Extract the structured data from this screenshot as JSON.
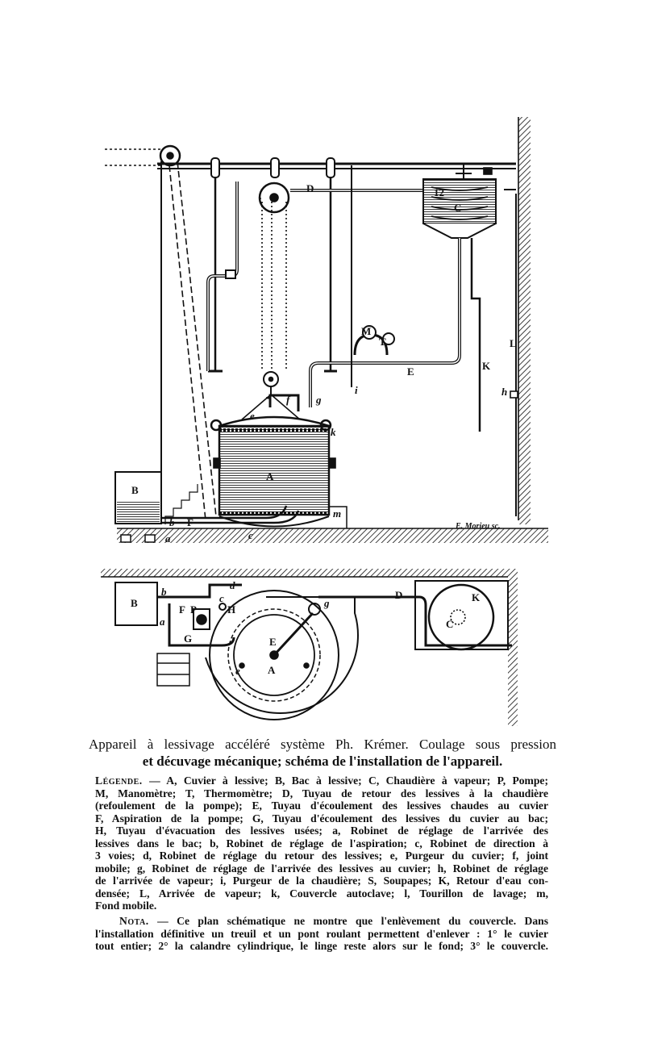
{
  "figure": {
    "elevation_labels": [
      "D",
      "A",
      "B",
      "C",
      "E",
      "K",
      "L",
      "h",
      "i",
      "M",
      "T",
      "f",
      "g",
      "k",
      "l",
      "m",
      "e",
      "a",
      "b",
      "F",
      "c",
      "12"
    ],
    "plan_labels": [
      "B",
      "b",
      "a",
      "F",
      "P",
      "c",
      "H",
      "d",
      "g",
      "D",
      "C",
      "K",
      "G",
      "E",
      "A",
      "e"
    ],
    "engraver_signature": "E. Morieu sc."
  },
  "caption": {
    "line1": "Appareil à lessivage accéléré système Ph. Krémer. Coulage sous pression",
    "line2": "et décuvage mécanique; schéma de l'installation de l'appareil."
  },
  "legend": {
    "lead": "Légende.",
    "lines": [
      "— A, Cuvier à lessive; B, Bac à lessive; C, Chaudière à vapeur; P, Pompe;",
      "M, Manomètre; T, Thermomètre; D, Tuyau de retour des lessives à la chaudière",
      "(refoulement de la pompe); E, Tuyau d'écoulement des lessives chaudes au cuvier",
      "F, Aspiration de la pompe; G, Tuyau d'écoulement des lessives du cuvier au bac;",
      "H, Tuyau d'évacuation des lessives usées; a, Robinet de réglage de l'arrivée des",
      "lessives dans le bac; b, Robinet de réglage de l'aspiration; c, Robinet de direction à",
      "3 voies; d, Robinet de réglage du retour des lessives; e, Purgeur du cuvier; f, joint",
      "mobile; g, Robinet de réglage de l'arrivée des lessives au cuvier; h, Robinet de réglage",
      "de l'arrivée de vapeur; i, Purgeur de la chaudière; S, Soupapes; K, Retour d'eau con-",
      "densée; L, Arrivée de vapeur; k, Couvercle autoclave; l, Tourillon de lavage; m,",
      "Fond mobile."
    ]
  },
  "nota": {
    "lead": "Nota.",
    "lines": [
      "— Ce plan schématique ne montre que l'enlèvement du couvercle. Dans",
      "l'installation définitive un treuil et un pont roulant permettent d'enlever : 1° le cuvier",
      "tout entier; 2° la calandre cylindrique, le linge reste alors sur le fond; 3° le couvercle."
    ]
  }
}
